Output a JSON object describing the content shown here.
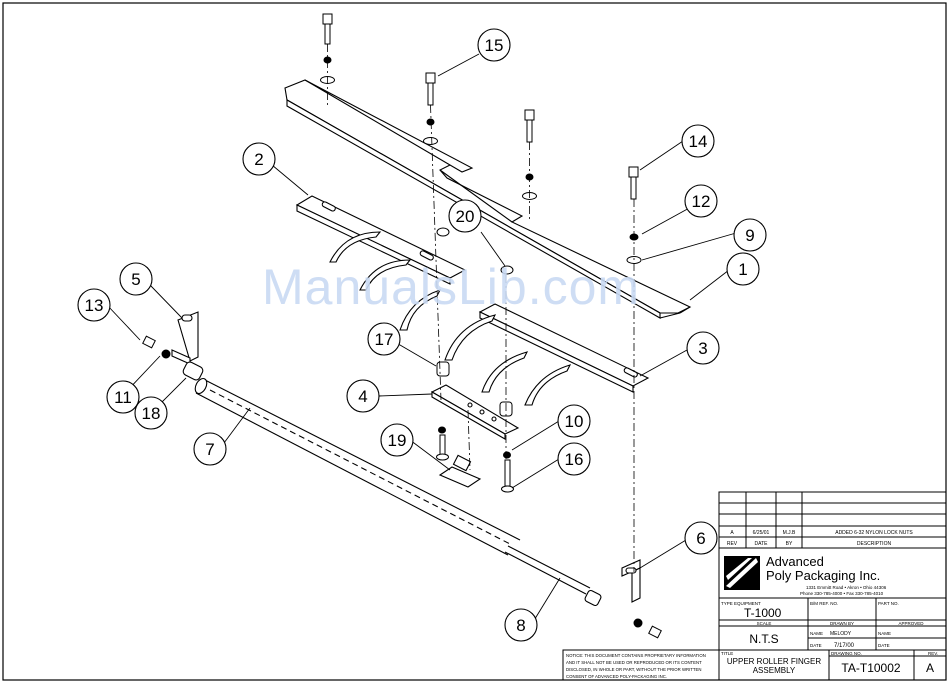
{
  "watermark": "ManualsLib.com",
  "callouts": [
    {
      "id": "c1",
      "text": "1"
    },
    {
      "id": "c2",
      "text": "2"
    },
    {
      "id": "c3",
      "text": "3"
    },
    {
      "id": "c4",
      "text": "4"
    },
    {
      "id": "c5",
      "text": "5"
    },
    {
      "id": "c6",
      "text": "6"
    },
    {
      "id": "c7",
      "text": "7"
    },
    {
      "id": "c8",
      "text": "8"
    },
    {
      "id": "c9",
      "text": "9"
    },
    {
      "id": "c10",
      "text": "10"
    },
    {
      "id": "c11",
      "text": "11"
    },
    {
      "id": "c12",
      "text": "12"
    },
    {
      "id": "c13",
      "text": "13"
    },
    {
      "id": "c14",
      "text": "14"
    },
    {
      "id": "c15",
      "text": "15"
    },
    {
      "id": "c16",
      "text": "16"
    },
    {
      "id": "c17",
      "text": "17"
    },
    {
      "id": "c18",
      "text": "18"
    },
    {
      "id": "c19",
      "text": "19"
    },
    {
      "id": "c20",
      "text": "20"
    }
  ],
  "title_block": {
    "revision_row": {
      "rev": "A",
      "date": "6/25/01",
      "by": "M.J.B",
      "description": "ADDED 6-32 NYLON LOCK NUTS"
    },
    "revision_headers": {
      "rev": "REV",
      "date": "DATE",
      "by": "BY",
      "description": "DESCRIPTION"
    },
    "company_line1": "Advanced",
    "company_line2": "Poly Packaging Inc.",
    "address": "1331 Emmitt Road  •  Akron  •  Ohio 44306",
    "phone": "Phone 330-785-4000  •  Fax 330-785-4010",
    "type_equipment_label": "TYPE EQUIPMENT",
    "type_equipment": "T-1000",
    "bom_ref_label": "B/M REF. NO.",
    "part_no_label": "PART NO.",
    "scale_label": "SCALE",
    "scale": "N.T.S",
    "drawn_by_label": "DRAWN BY",
    "approved_label": "APPROVED",
    "name_label": "NAME",
    "drawn_name": "MELODY",
    "date_label": "DATE",
    "drawn_date": "7/17/00",
    "title_label": "TITLE",
    "title_line1": "UPPER ROLLER FINGER",
    "title_line2": "ASSEMBLY",
    "drawing_no_label": "DRAWING NO.",
    "drawing_no": "TA-T10002",
    "rev_label": "REV.",
    "rev": "A"
  },
  "notice": [
    "NOTICE: THIS DOCUMENT CONTAINS PROPRIETARY INFORMATION",
    "AND IT SHALL NOT BE USED OR REPRODUCED OR ITS CONTENT",
    "DISCLOSED, IN WHOLE OR PART, WITHOUT THE PRIOR WRITTEN",
    "CONSENT OF ADVANCED POLY-PACKAGING INC."
  ]
}
